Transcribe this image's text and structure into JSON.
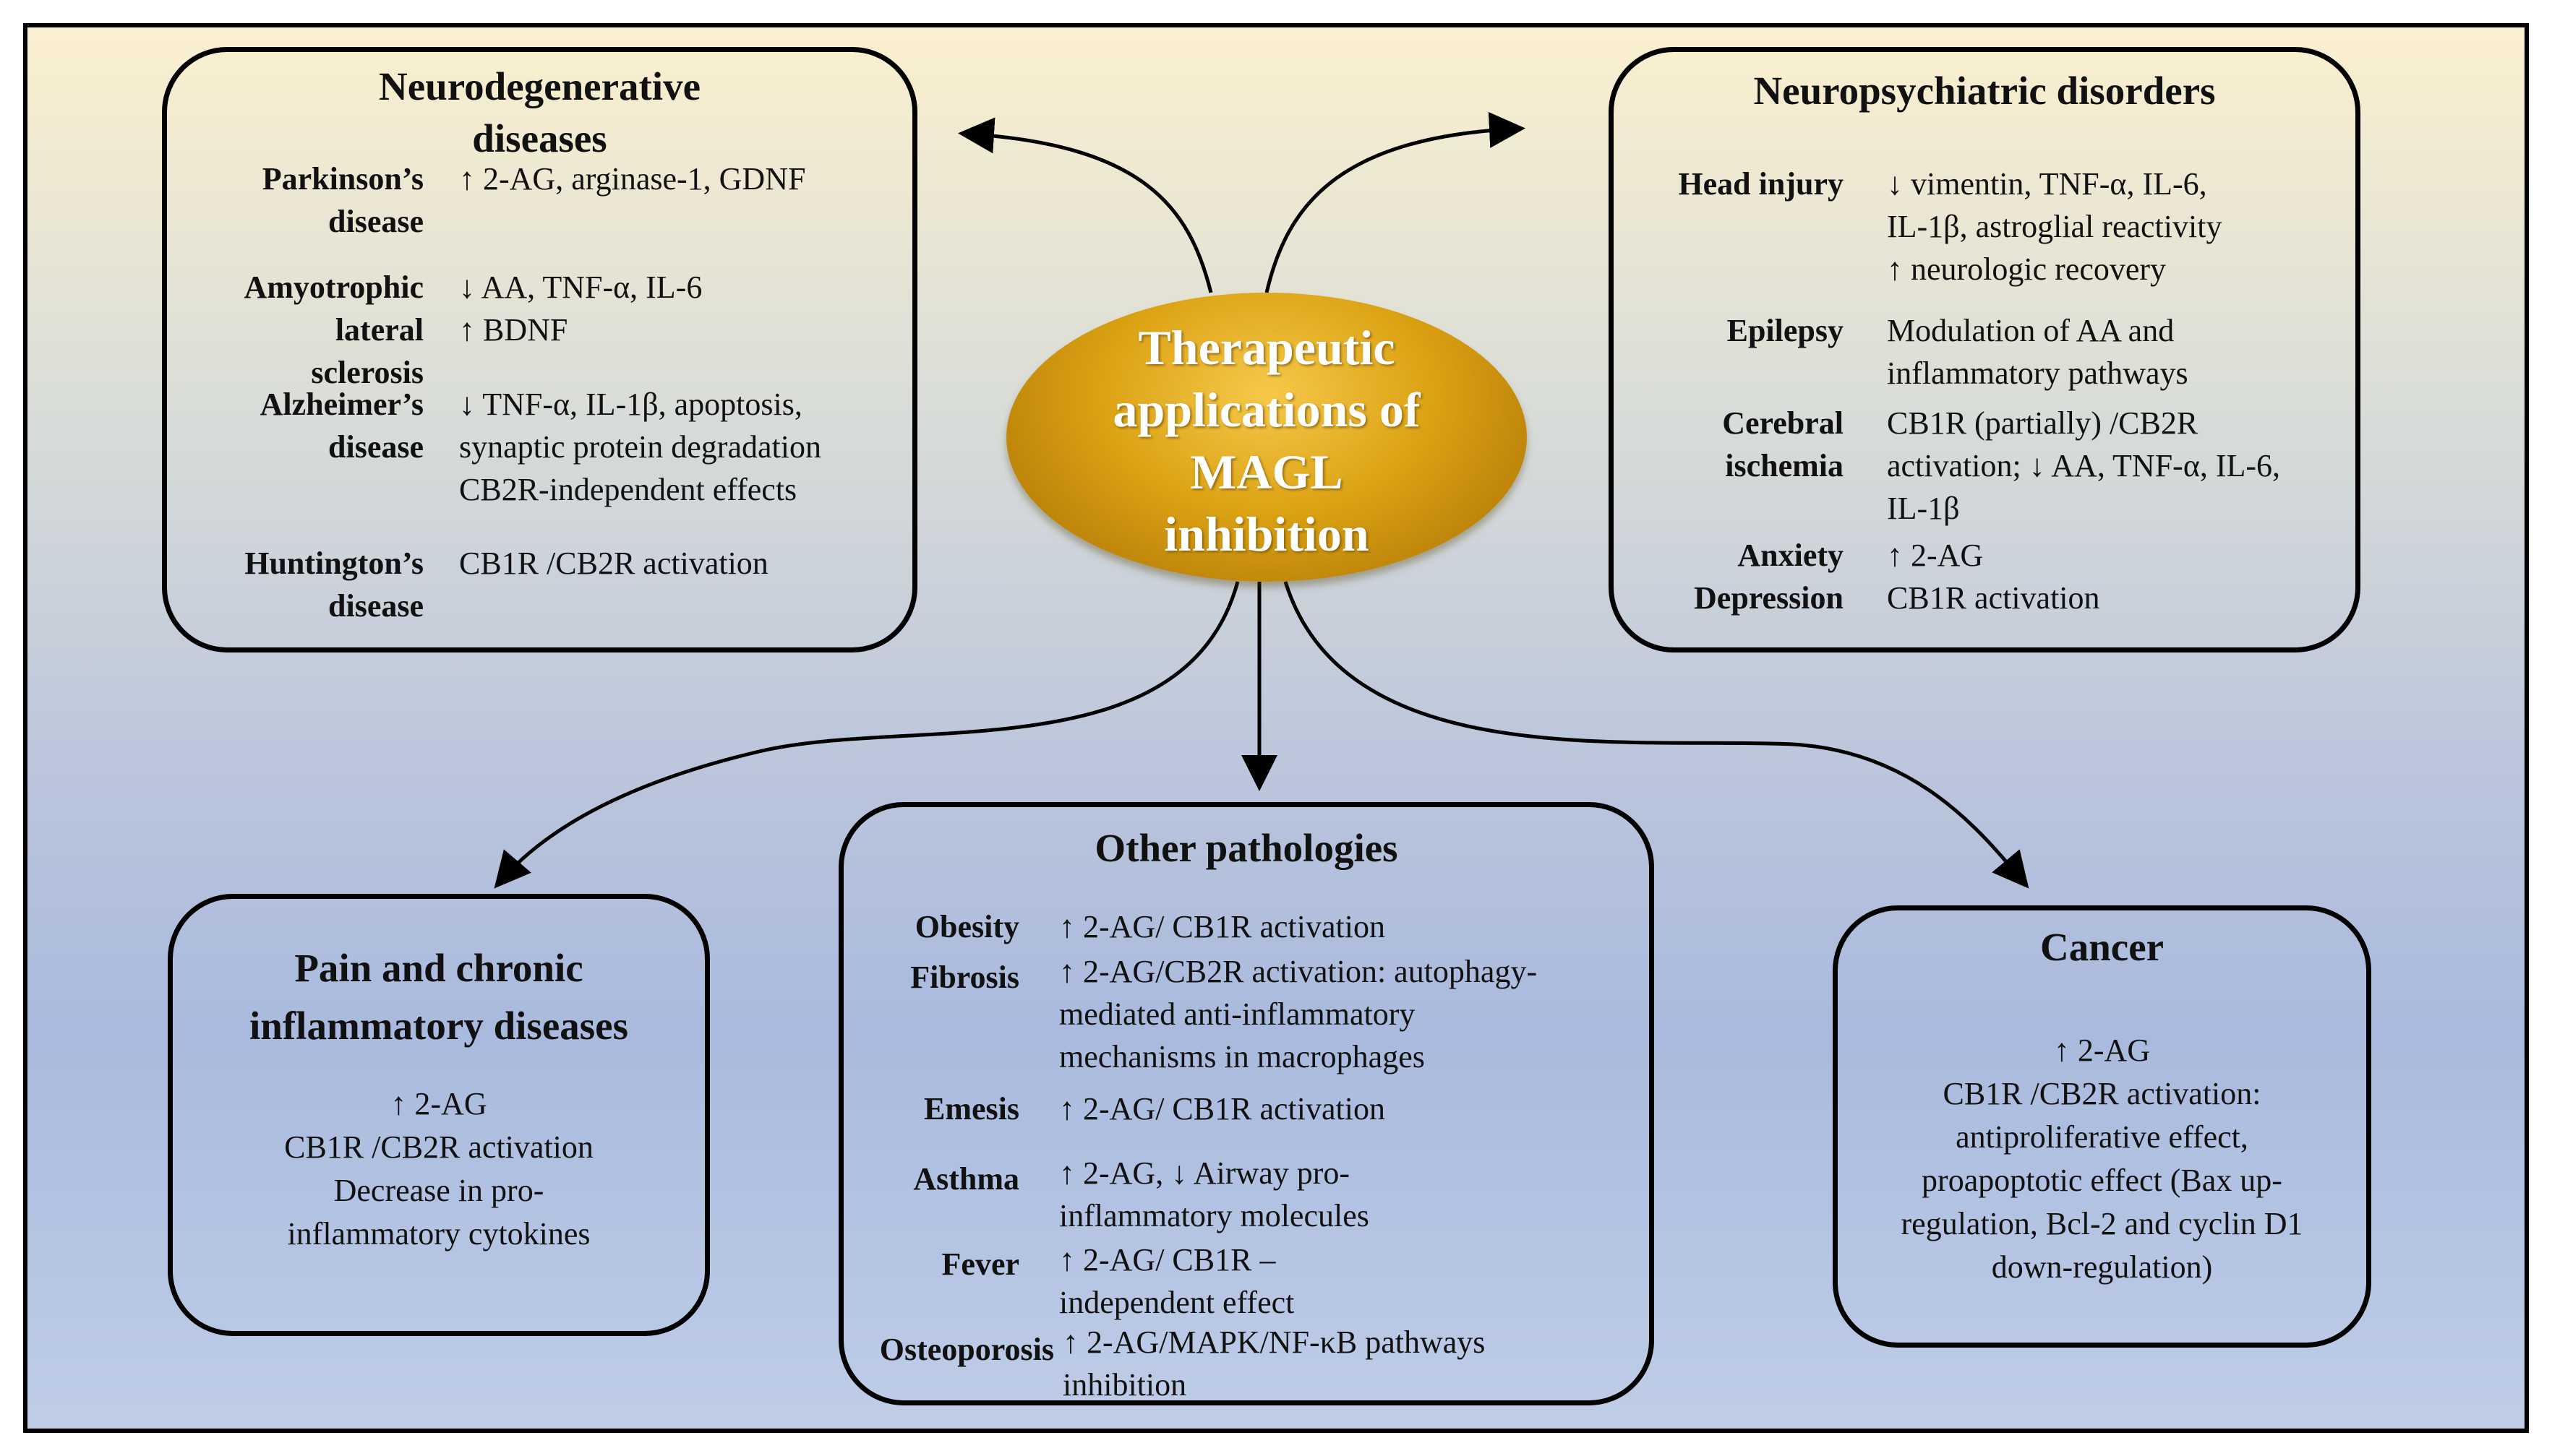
{
  "hub": {
    "title_lines": [
      "Therapeutic",
      "applications of",
      "MAGL",
      "inhibition"
    ]
  },
  "neurodegenerative": {
    "title_lines": [
      "Neurodegenerative",
      "diseases"
    ],
    "items": [
      {
        "label_lines": [
          "Parkinson’s",
          "disease"
        ],
        "desc_lines": [
          "↑ 2-AG, arginase-1, GDNF"
        ]
      },
      {
        "label_lines": [
          "Amyotrophic",
          "lateral",
          "sclerosis"
        ],
        "desc_lines": [
          "↓ AA, TNF-α, IL-6",
          "↑ BDNF"
        ]
      },
      {
        "label_lines": [
          "Alzheimer’s",
          "disease"
        ],
        "desc_lines": [
          "↓ TNF-α, IL-1β, apoptosis,",
          "synaptic protein degradation",
          "CB2R-independent effects"
        ]
      },
      {
        "label_lines": [
          "Huntington’s",
          "disease"
        ],
        "desc_lines": [
          "CB1R /CB2R activation"
        ]
      }
    ]
  },
  "neuropsychiatric": {
    "title_lines": [
      "Neuropsychiatric disorders"
    ],
    "items": [
      {
        "label_lines": [
          "Head injury"
        ],
        "desc_lines": [
          "↓ vimentin, TNF-α, IL-6,",
          "IL-1β, astroglial reactivity",
          "↑ neurologic recovery"
        ]
      },
      {
        "label_lines": [
          "Epilepsy"
        ],
        "desc_lines": [
          "Modulation of AA and",
          "inflammatory pathways"
        ]
      },
      {
        "label_lines": [
          "Cerebral",
          "ischemia"
        ],
        "desc_lines": [
          "CB1R (partially) /CB2R",
          " activation; ↓ AA, TNF-α, IL-6,",
          " IL-1β"
        ]
      },
      {
        "label_lines": [
          "Anxiety",
          "Depression"
        ],
        "desc_lines": [
          "↑ 2-AG",
          "CB1R activation"
        ]
      }
    ]
  },
  "pain": {
    "title_lines": [
      "Pain and chronic",
      "inflammatory diseases"
    ],
    "body_lines": [
      "↑ 2-AG",
      "CB1R /CB2R activation",
      "Decrease in pro-",
      "inflammatory cytokines"
    ]
  },
  "other": {
    "title_lines": [
      "Other pathologies"
    ],
    "items": [
      {
        "label_lines": [
          "Obesity"
        ],
        "desc_lines": [
          "↑ 2-AG/ CB1R activation"
        ]
      },
      {
        "label_lines": [
          "Fibrosis"
        ],
        "desc_lines": [
          "↑ 2-AG/CB2R activation: autophagy-",
          "mediated anti-inflammatory",
          "mechanisms in macrophages"
        ]
      },
      {
        "label_lines": [
          "Emesis"
        ],
        "desc_lines": [
          "↑ 2-AG/ CB1R activation"
        ]
      },
      {
        "label_lines": [
          "Asthma"
        ],
        "desc_lines": [
          "↑ 2-AG, ↓ Airway pro-",
          "inflammatory molecules"
        ]
      },
      {
        "label_lines": [
          "Fever"
        ],
        "desc_lines": [
          "↑ 2-AG/ CB1R –",
          "independent effect"
        ]
      },
      {
        "label_lines": [
          "Osteoporosis"
        ],
        "desc_lines": [
          "↑ 2-AG/MAPK/NF-κB pathways",
          "inhibition"
        ]
      }
    ]
  },
  "cancer": {
    "title_lines": [
      "Cancer"
    ],
    "body_lines": [
      "↑ 2-AG",
      "CB1R /CB2R activation:",
      "antiproliferative effect,",
      "proapoptotic effect (Bax up-",
      "regulation, Bcl-2 and cyclin D1",
      "down-regulation)"
    ]
  },
  "colors": {
    "hub_gold": "#dca214",
    "frame_border": "#000000",
    "hub_text": "#ffffff"
  }
}
